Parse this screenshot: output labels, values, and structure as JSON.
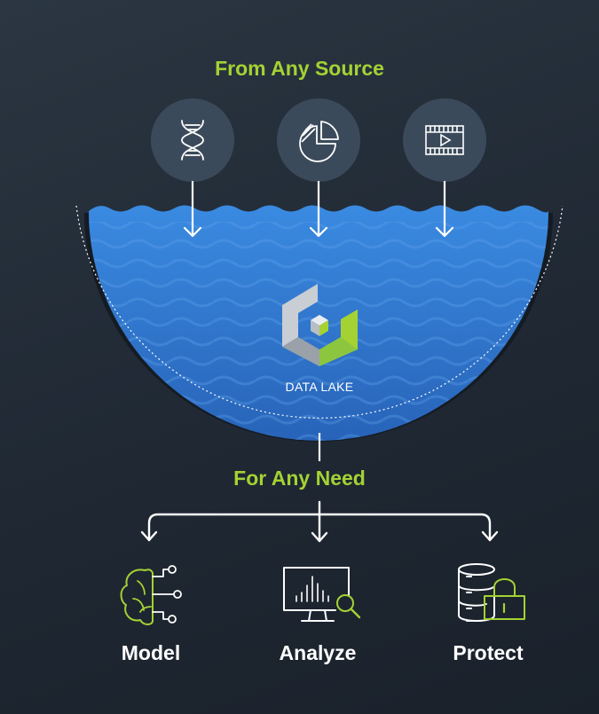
{
  "header": {
    "title": "From Any Source"
  },
  "sources": [
    {
      "icon": "dna-icon"
    },
    {
      "icon": "pie-chart-icon"
    },
    {
      "icon": "video-icon"
    }
  ],
  "lake": {
    "label": "DATA LAKE",
    "logo": "data-lake-cube-icon"
  },
  "needs": {
    "title": "For Any Need"
  },
  "outputs": [
    {
      "label": "Model",
      "icon": "brain-network-icon"
    },
    {
      "label": "Analyze",
      "icon": "monitor-analytics-icon"
    },
    {
      "label": "Protect",
      "icon": "database-lock-icon"
    }
  ],
  "colors": {
    "accent": "#a4d233",
    "water": "#2f7fd8",
    "circle": "#3b4a5b",
    "background": "#1f2833"
  }
}
